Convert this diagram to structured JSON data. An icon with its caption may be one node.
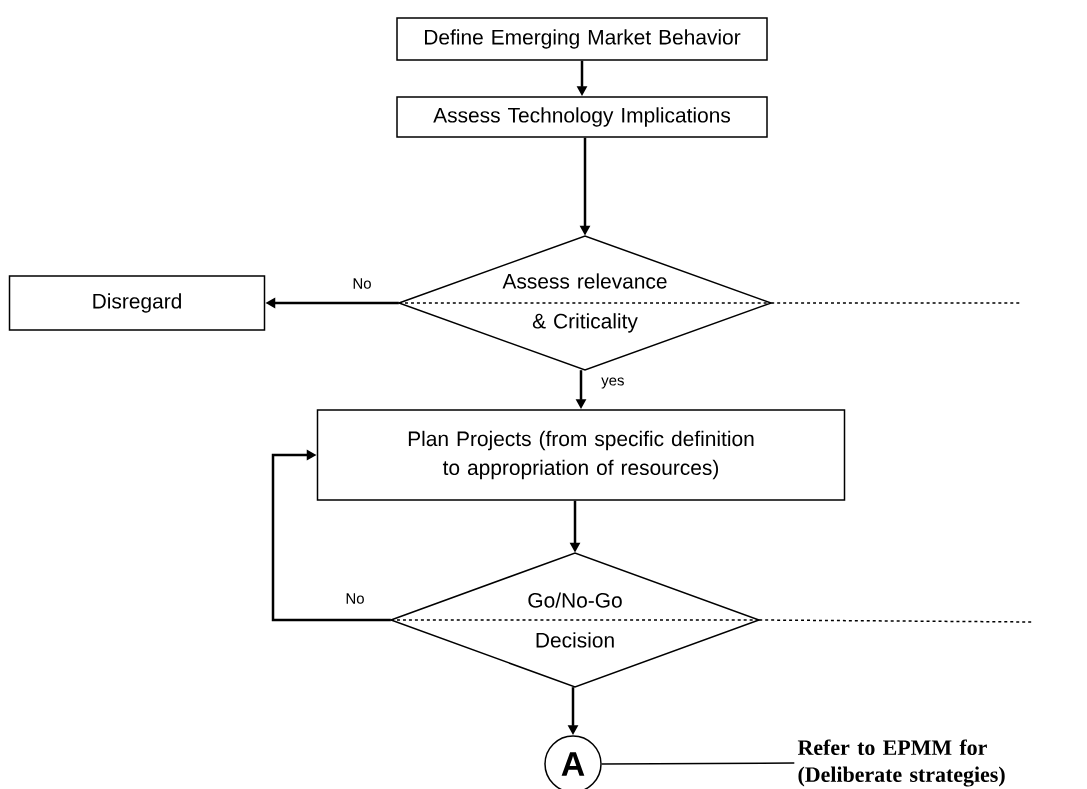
{
  "diagram": {
    "nodes": [
      {
        "text": [
          "Define Emerging Market Behavior"
        ]
      },
      {
        "text": [
          "Assess Technology Implications"
        ]
      },
      {
        "text": [
          "Assess relevance & Criticality"
        ]
      },
      {
        "text": [
          "Disregard"
        ]
      },
      {
        "text": [
          "Plan Projects (from specific definition to appropriation of resources)"
        ]
      },
      {
        "text": [
          "Go/No-Go Decision"
        ]
      },
      {
        "text": [
          "A"
        ]
      },
      {
        "text": [
          "Refer to EPMM for (Deliberate strategies)"
        ]
      }
    ],
    "edges": [
      {
        "from": 0,
        "to": 1,
        "arrow": "to"
      },
      {
        "from": 1,
        "to": 2,
        "arrow": "to"
      },
      {
        "from": 2,
        "to": 3,
        "arrow": "to",
        "label": "No"
      },
      {
        "from": 2,
        "to": null,
        "arrow": "none",
        "style": "dashed"
      },
      {
        "from": 2,
        "to": 4,
        "arrow": "to",
        "label": "yes"
      },
      {
        "from": 4,
        "to": 5,
        "arrow": "to"
      },
      {
        "from": 5,
        "to": 4,
        "arrow": "to",
        "label": "No"
      },
      {
        "from": 5,
        "to": null,
        "arrow": "none",
        "style": "dashed"
      },
      {
        "from": 5,
        "to": 6,
        "arrow": "to"
      },
      {
        "from": 6,
        "to": 7,
        "arrow": "none"
      }
    ]
  }
}
